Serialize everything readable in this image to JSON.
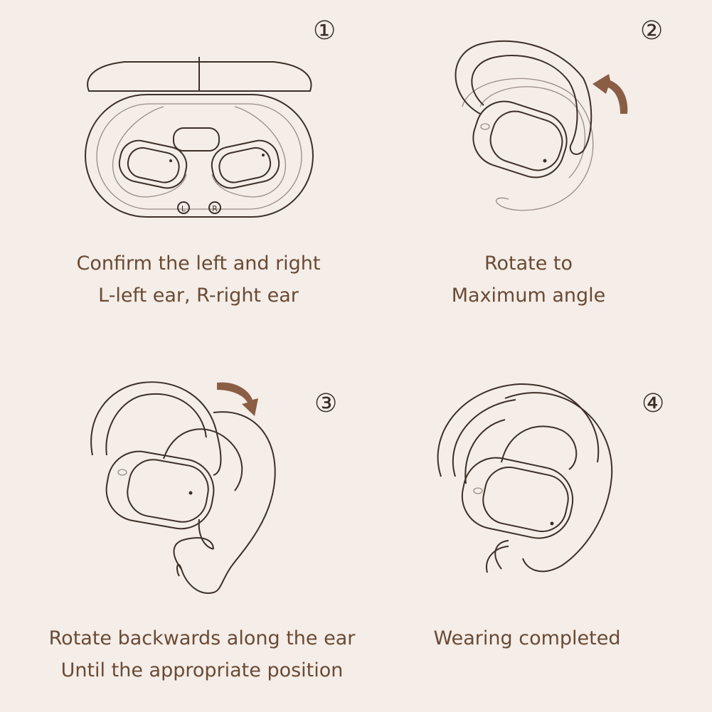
{
  "steps": [
    {
      "number": "①",
      "line1": "Confirm the left and right",
      "line2": "L-left ear, R-right ear",
      "labels": {
        "left": "L",
        "right": "R"
      }
    },
    {
      "number": "②",
      "line1": "Rotate to",
      "line2": "Maximum angle"
    },
    {
      "number": "③",
      "line1": "Rotate backwards along the ear",
      "line2": "Until the appropriate position"
    },
    {
      "number": "④",
      "line1": "Wearing completed",
      "line2": ""
    }
  ],
  "colors": {
    "background": "#f4ede8",
    "line_art": "#3d2f27",
    "caption_text": "#6a4a34",
    "arrow": "#8a5e45"
  }
}
